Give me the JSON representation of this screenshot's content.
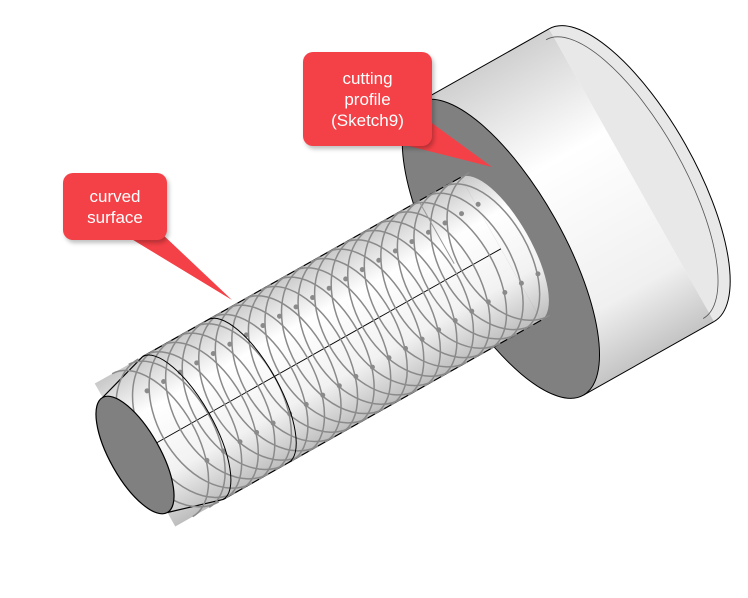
{
  "callouts": {
    "curved_surface": {
      "line1": "curved",
      "line2": "surface"
    },
    "cutting_profile": {
      "line1": "cutting",
      "line2": "profile",
      "line3": "(Sketch9)"
    }
  },
  "colors": {
    "callout": "#f44147",
    "face": "#808080",
    "outline": "#000000",
    "helix": "#8a8a8a"
  }
}
